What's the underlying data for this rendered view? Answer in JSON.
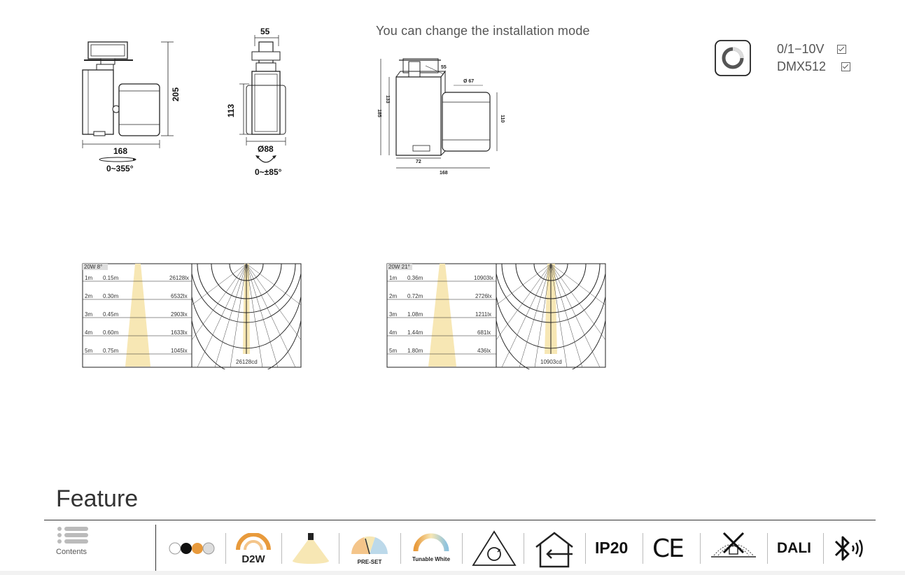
{
  "drawing1": {
    "height": "205",
    "width": "168",
    "rotation": "0~355°"
  },
  "drawing2": {
    "top_width": "55",
    "height": "113",
    "diameter": "Ø88",
    "tilt": "0~±85°"
  },
  "install": {
    "title": "You can change the installation mode",
    "dims": {
      "d55": "55",
      "d67": "Ø 67",
      "d185": "185",
      "d133": "133",
      "d110": "110",
      "d72": "72",
      "d168": "168"
    }
  },
  "controls": [
    {
      "label": "0/1−10V"
    },
    {
      "label": "DMX512"
    }
  ],
  "lux_charts": [
    {
      "header": "20W   8°",
      "rows": [
        {
          "d": "1m",
          "dia": "0.15m",
          "lux": "26128lx"
        },
        {
          "d": "2m",
          "dia": "0.30m",
          "lux": "6532lx"
        },
        {
          "d": "3m",
          "dia": "0.45m",
          "lux": "2903lx"
        },
        {
          "d": "4m",
          "dia": "0.60m",
          "lux": "1633lx"
        },
        {
          "d": "5m",
          "dia": "0.75m",
          "lux": "1045lx"
        }
      ],
      "cd": "26128cd"
    },
    {
      "header": "20W  21°",
      "rows": [
        {
          "d": "1m",
          "dia": "0.36m",
          "lux": "10903lx"
        },
        {
          "d": "2m",
          "dia": "0.72m",
          "lux": "2726lx"
        },
        {
          "d": "3m",
          "dia": "1.08m",
          "lux": "1211lx"
        },
        {
          "d": "4m",
          "dia": "1.44m",
          "lux": "681lx"
        },
        {
          "d": "5m",
          "dia": "1.80m",
          "lux": "436lx"
        }
      ],
      "cd": "10903cd"
    }
  ],
  "feature": {
    "title": "Feature",
    "contents_label": "Contents",
    "icons": [
      {
        "name": "colors-icon"
      },
      {
        "name": "d2w-icon",
        "label": "D2W"
      },
      {
        "name": "downlight-icon"
      },
      {
        "name": "preset-icon",
        "label": "PRE-SET"
      },
      {
        "name": "tunable-white-icon",
        "label": "Tunable White"
      },
      {
        "name": "dimmable-icon"
      },
      {
        "name": "indoor-icon"
      },
      {
        "name": "ip20-icon",
        "label": "IP20"
      },
      {
        "name": "ce-icon",
        "label": "CE"
      },
      {
        "name": "no-insulation-cover-icon"
      },
      {
        "name": "dali-icon",
        "label": "DALI"
      },
      {
        "name": "bluetooth-icon"
      }
    ]
  },
  "colors": {
    "beam": "#f7e7b4",
    "accent_orange": "#e89a3c",
    "line": "#222222"
  }
}
